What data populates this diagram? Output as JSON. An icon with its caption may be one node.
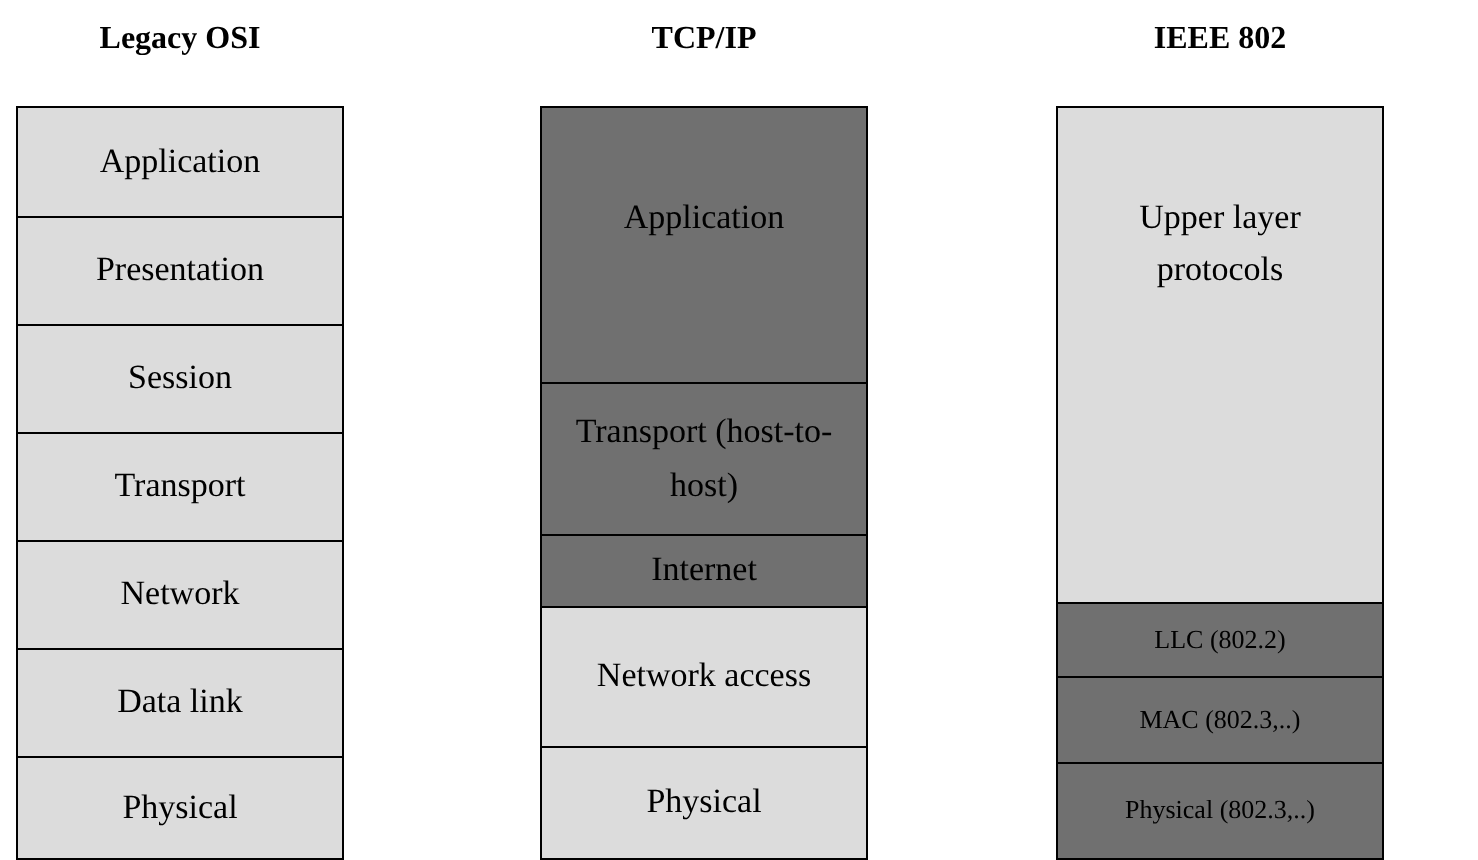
{
  "diagram": {
    "nodes": [
      {
        "text": [
          "Legacy OSI"
        ]
      },
      {
        "text": [
          "Application"
        ],
        "in": 0
      },
      {
        "text": [
          "Presentation"
        ],
        "in": 0
      },
      {
        "text": [
          "Session"
        ],
        "in": 0
      },
      {
        "text": [
          "Transport"
        ],
        "in": 0
      },
      {
        "text": [
          "Network"
        ],
        "in": 0
      },
      {
        "text": [
          "Data link"
        ],
        "in": 0
      },
      {
        "text": [
          "Physical"
        ],
        "in": 0
      },
      {
        "text": [
          "TCP/IP"
        ]
      },
      {
        "text": [
          "Application"
        ],
        "in": 8
      },
      {
        "text": [
          "Transport (host-to-host)"
        ],
        "in": 8
      },
      {
        "text": [
          "Internet"
        ],
        "in": 8
      },
      {
        "text": [
          "Network access"
        ],
        "in": 8
      },
      {
        "text": [
          "Physical"
        ],
        "in": 8
      },
      {
        "text": [
          "IEEE 802"
        ]
      },
      {
        "text": [
          "Upper layer protocols"
        ],
        "in": 14
      },
      {
        "text": [
          "LLC (802.2)"
        ],
        "in": 14
      },
      {
        "text": [
          "MAC (802.3,..)"
        ],
        "in": 14
      },
      {
        "text": [
          "Physical (802.3,..)"
        ],
        "in": 14
      }
    ]
  }
}
